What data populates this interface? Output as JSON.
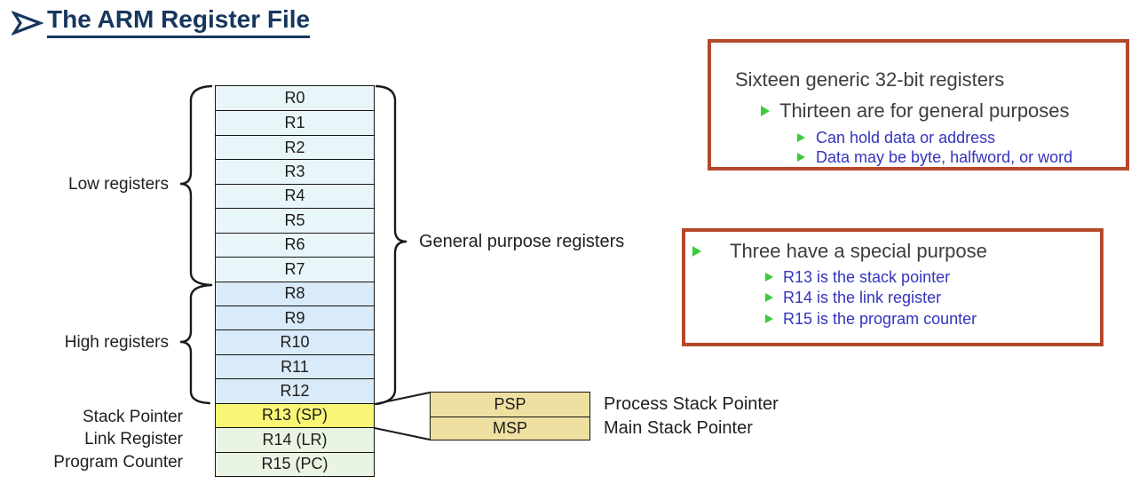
{
  "title": {
    "text": "The ARM Register File"
  },
  "registers": {
    "rows": [
      {
        "label": "R0"
      },
      {
        "label": "R1"
      },
      {
        "label": "R2"
      },
      {
        "label": "R3"
      },
      {
        "label": "R4"
      },
      {
        "label": "R5"
      },
      {
        "label": "R6"
      },
      {
        "label": "R7"
      },
      {
        "label": "R8"
      },
      {
        "label": "R9"
      },
      {
        "label": "R10"
      },
      {
        "label": "R11"
      },
      {
        "label": "R12"
      },
      {
        "label": "R13 (SP)"
      },
      {
        "label": "R14 (LR)"
      },
      {
        "label": "R15 (PC)"
      }
    ]
  },
  "labels": {
    "low": "Low registers",
    "high": "High registers",
    "stack_pointer": "Stack Pointer",
    "link_register": "Link Register",
    "program_counter": "Program Counter",
    "general_purpose": "General purpose registers"
  },
  "stack_pointers": [
    {
      "label": "PSP",
      "description": "Process Stack Pointer"
    },
    {
      "label": "MSP",
      "description": "Main Stack Pointer"
    }
  ],
  "callout1": {
    "title": "Sixteen generic 32-bit registers",
    "bullet": "Thirteen are for general purposes",
    "subbullets": [
      "Can hold data or address",
      "Data may be byte, halfword, or word"
    ]
  },
  "callout2": {
    "bullet": "Three have a special purpose",
    "subbullets": [
      "R13 is the stack pointer",
      "R14 is the link register",
      "R15 is the program counter"
    ]
  },
  "colors": {
    "title_navy": "#17365d",
    "callout_border": "#b5472b",
    "bullet_green": "#3bcb3b",
    "sub_text_blue": "#3434bd",
    "low_fill": "#e9f6f9",
    "high_fill": "#d9eaf8",
    "sp_fill": "#f9f676",
    "lr_pc_fill": "#e9f4e3",
    "psp_msp_fill": "#eee0a0"
  }
}
